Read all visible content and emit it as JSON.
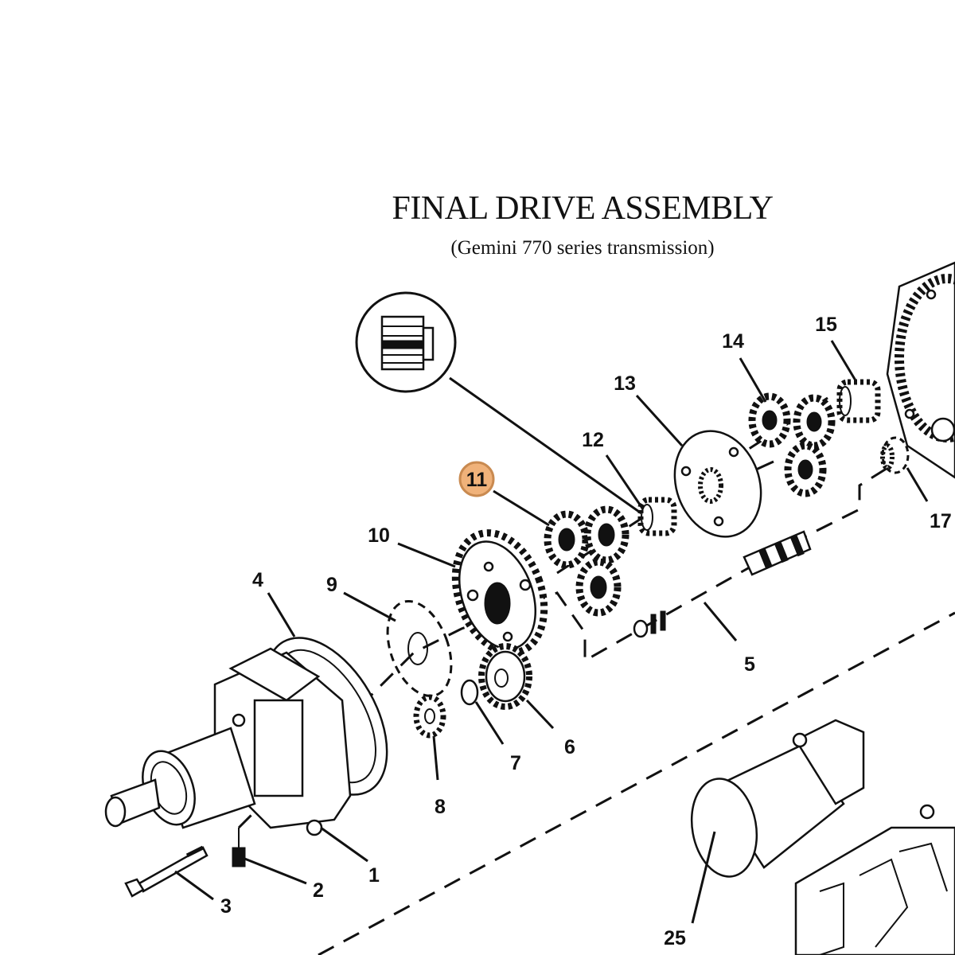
{
  "title": "FINAL DRIVE ASSEMBLY",
  "subtitle": "(Gemini 770 series transmission)",
  "highlight_color": "#f0b27a",
  "callouts": [
    {
      "id": "1",
      "label": "1"
    },
    {
      "id": "2",
      "label": "2"
    },
    {
      "id": "3",
      "label": "3"
    },
    {
      "id": "4",
      "label": "4"
    },
    {
      "id": "5",
      "label": "5"
    },
    {
      "id": "6",
      "label": "6"
    },
    {
      "id": "7",
      "label": "7"
    },
    {
      "id": "8",
      "label": "8"
    },
    {
      "id": "9",
      "label": "9"
    },
    {
      "id": "10",
      "label": "10"
    },
    {
      "id": "11",
      "label": "11",
      "highlighted": true
    },
    {
      "id": "12",
      "label": "12"
    },
    {
      "id": "13",
      "label": "13"
    },
    {
      "id": "14",
      "label": "14"
    },
    {
      "id": "15",
      "label": "15"
    },
    {
      "id": "17",
      "label": "17"
    },
    {
      "id": "25",
      "label": "25"
    }
  ]
}
